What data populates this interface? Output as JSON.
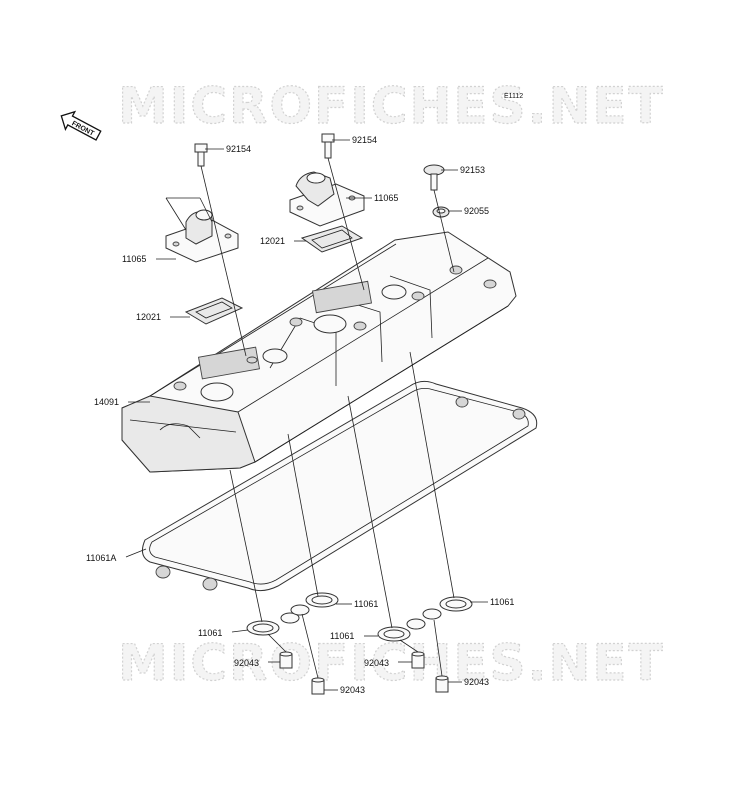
{
  "watermark": {
    "text": "MICROFICHES.NET"
  },
  "diagram_code": "E1112",
  "front_marker": {
    "label": "FRONT",
    "icon": "arrow-icon"
  },
  "parts": {
    "bolt_left": "92154",
    "bolt_right": "92154",
    "screw": "92153",
    "washer": "92055",
    "breather_left": "11065",
    "breather_right": "11065",
    "plate_left": "12021",
    "plate_right": "12021",
    "head_cover": "14091",
    "cover_gasket": "11061A",
    "plug_gasket_a": "11061",
    "plug_gasket_b": "11061",
    "plug_gasket_c": "11061",
    "plug_gasket_d": "11061",
    "dowel_a": "92043",
    "dowel_b": "92043",
    "dowel_c": "92043",
    "dowel_d": "92043"
  }
}
